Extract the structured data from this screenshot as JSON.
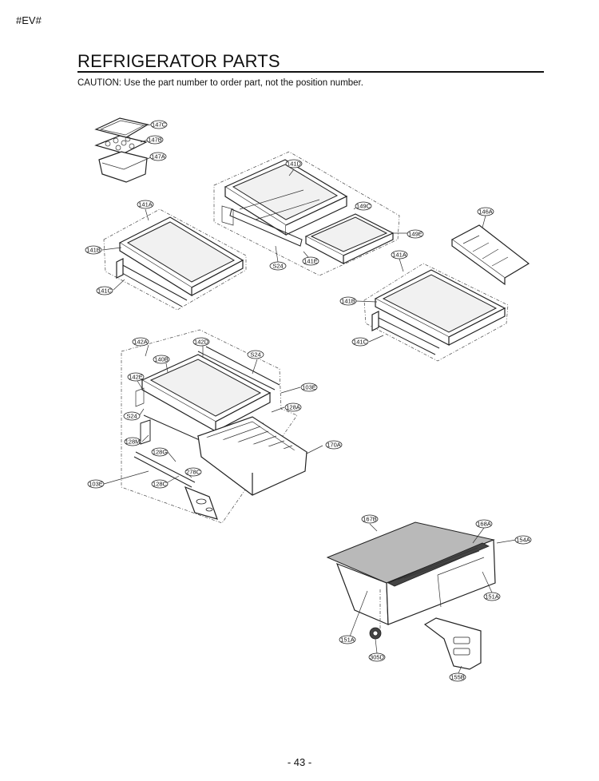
{
  "header": {
    "doc_code": "#EV#",
    "title": "REFRIGERATOR PARTS",
    "caution": "CAUTION: Use the part number to order part, not the position number."
  },
  "footer": {
    "page_number": "- 43 -"
  },
  "callouts": {
    "c147c": "147C",
    "c147b": "147B",
    "c147a": "147A",
    "c141d": "141D",
    "c149c": "149C",
    "c149e": "149E",
    "c141e": "141E",
    "c146a": "146A",
    "c141a_l": "141A",
    "c141b_l": "141B",
    "c141c_l": "141C",
    "s24_top": "S24",
    "c141a_r": "141A",
    "c141b_r": "141B",
    "c141c_r": "141C",
    "c142a": "142A",
    "c142d": "142D",
    "c140b": "140B",
    "s24_mid": "S24",
    "c142e": "142E",
    "c103e_r": "103E",
    "c128a": "128A",
    "s24_left": "S24",
    "c128m": "128M",
    "c128g": "128G",
    "c170a": "170A",
    "c278c": "278C",
    "c103e_l": "103E",
    "c128c": "128C",
    "c167b": "167B",
    "c168a": "168A",
    "c154a": "154A",
    "c151a_r": "151A",
    "c151a_l": "151A",
    "c305d": "305D",
    "c155b": "155B"
  }
}
